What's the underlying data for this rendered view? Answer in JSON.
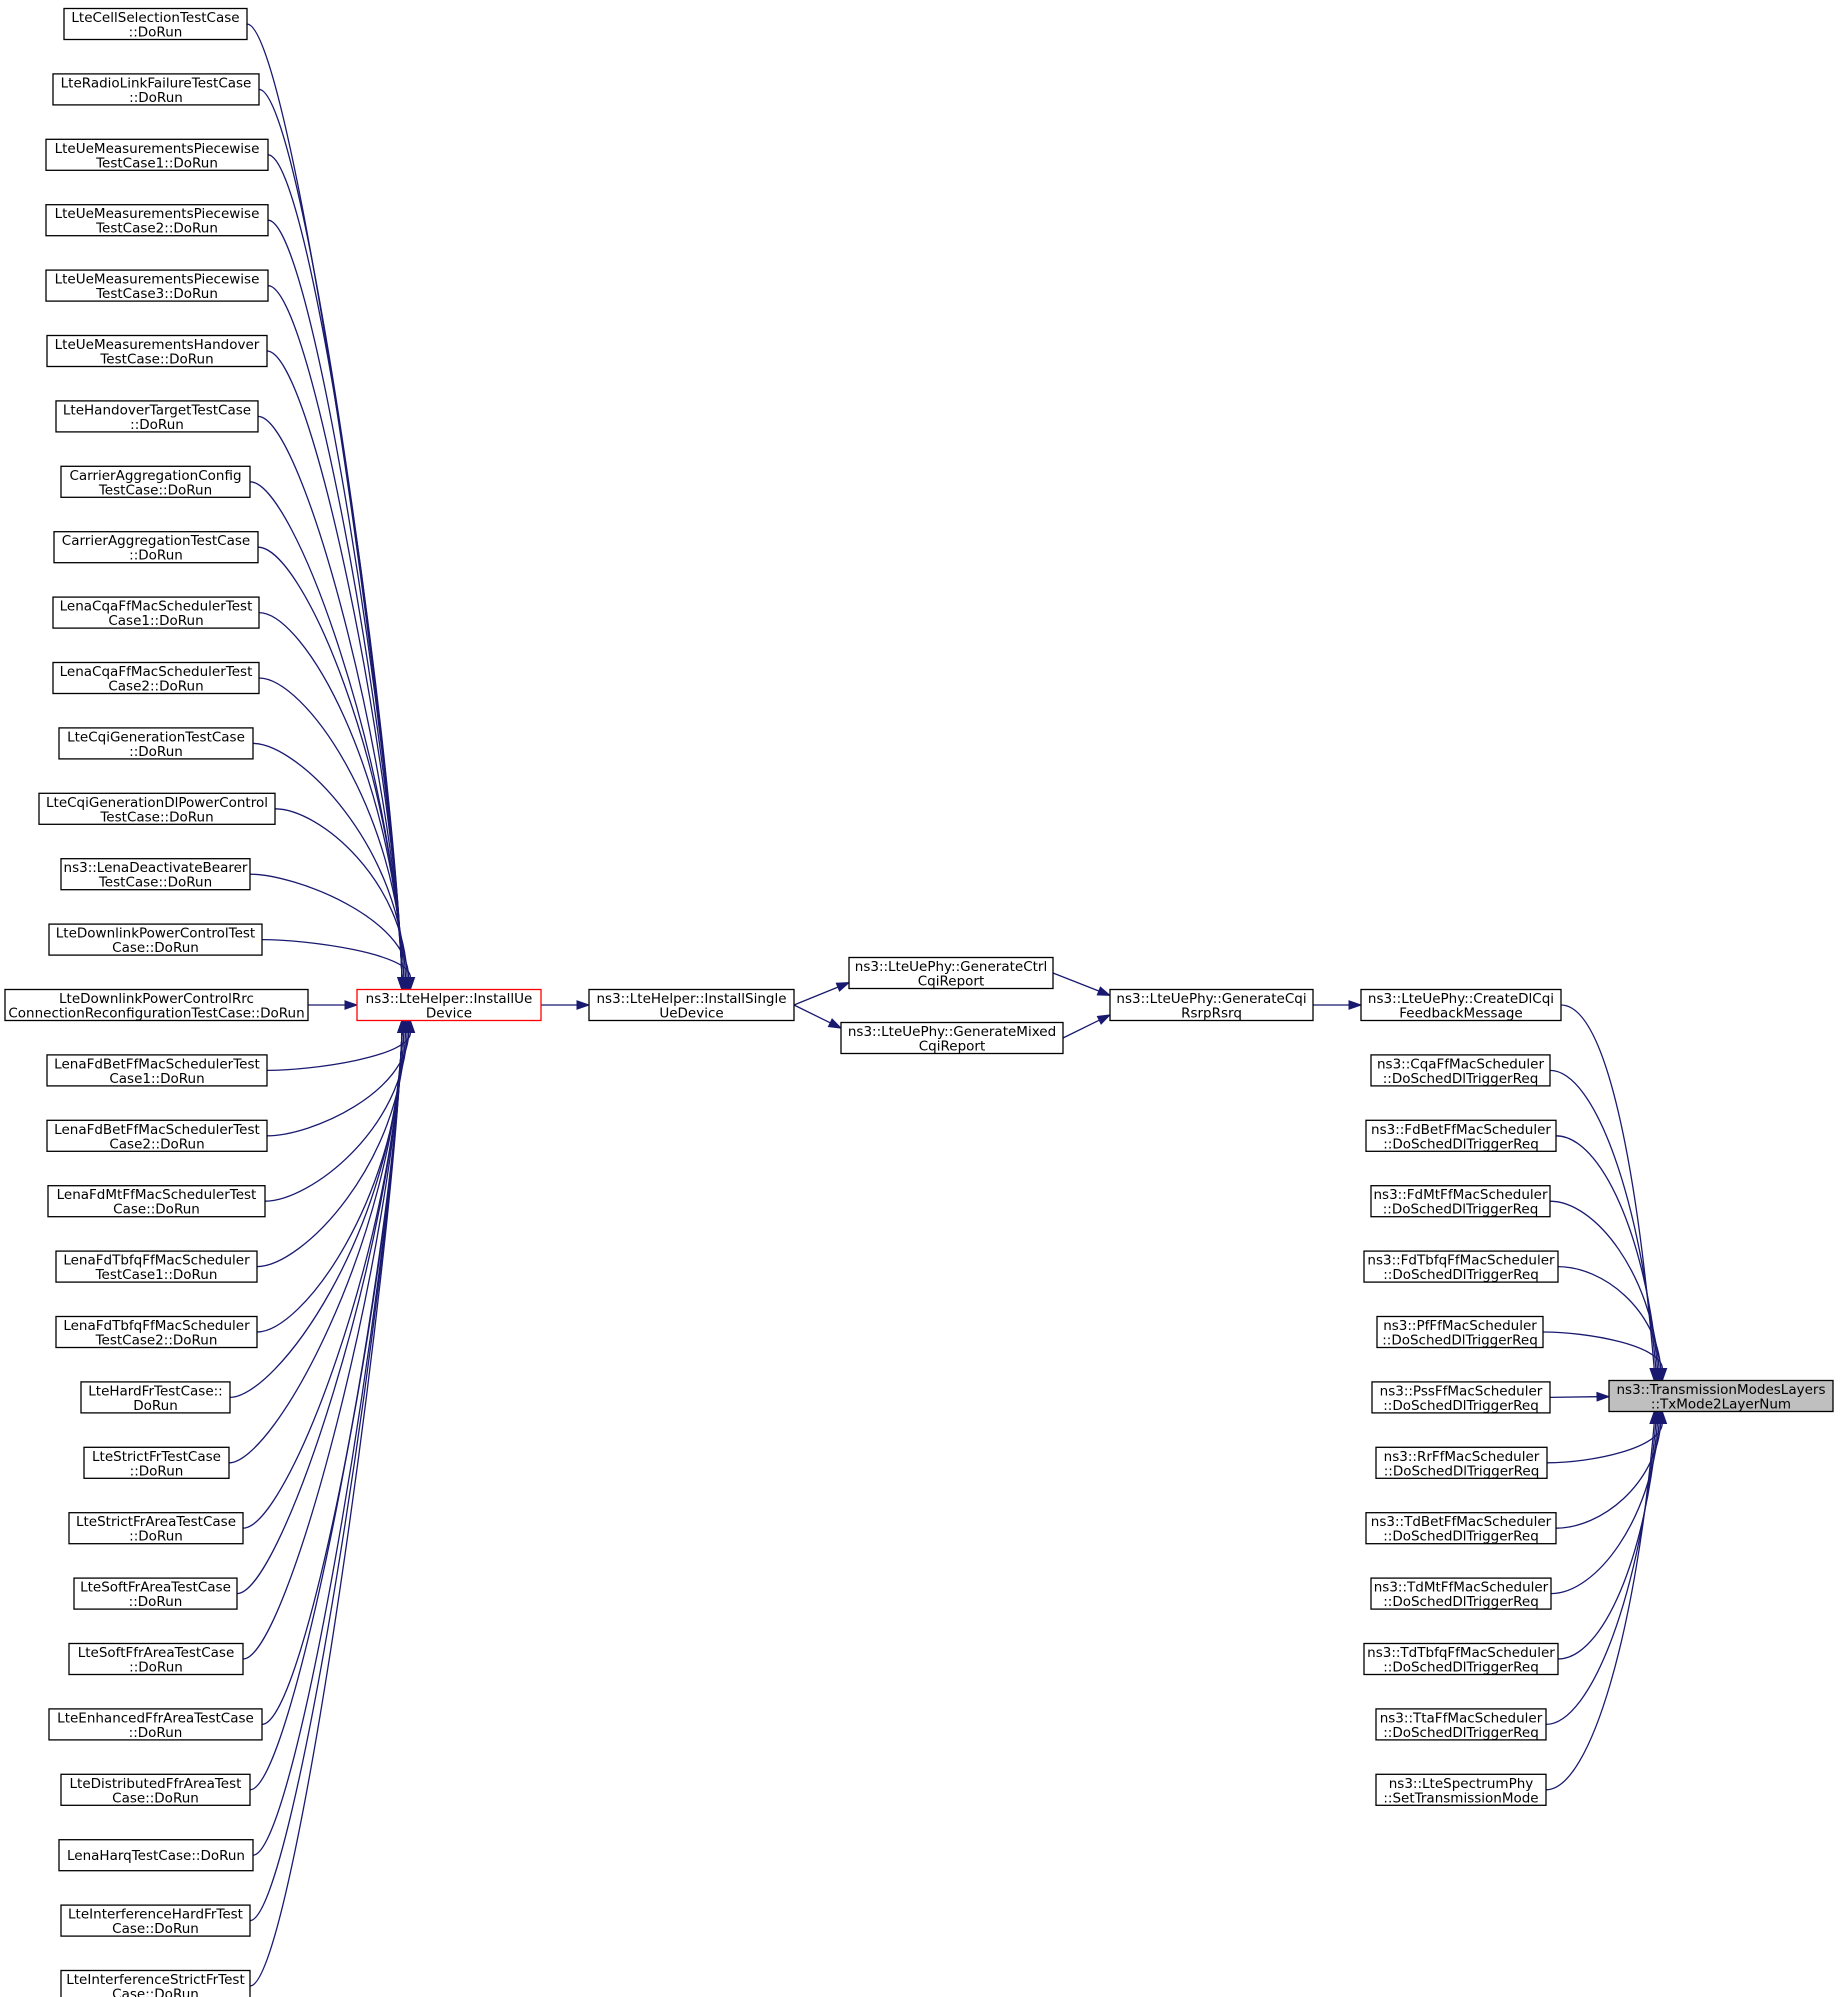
{
  "colors": {
    "edge": "#191970",
    "node_border": "#000000",
    "highlight_border": "#ff0000",
    "root_fill": "#bfbfbf",
    "background": "#ffffff"
  },
  "nodes": [
    {
      "id": "l0",
      "lines": [
        "LteCellSelectionTestCase",
        "::DoRun"
      ]
    },
    {
      "id": "l1",
      "lines": [
        "LteRadioLinkFailureTestCase",
        "::DoRun"
      ]
    },
    {
      "id": "l2",
      "lines": [
        "LteUeMeasurementsPiecewise",
        "TestCase1::DoRun"
      ]
    },
    {
      "id": "l3",
      "lines": [
        "LteUeMeasurementsPiecewise",
        "TestCase2::DoRun"
      ]
    },
    {
      "id": "l4",
      "lines": [
        "LteUeMeasurementsPiecewise",
        "TestCase3::DoRun"
      ]
    },
    {
      "id": "l5",
      "lines": [
        "LteUeMeasurementsHandover",
        "TestCase::DoRun"
      ]
    },
    {
      "id": "l6",
      "lines": [
        "LteHandoverTargetTestCase",
        "::DoRun"
      ]
    },
    {
      "id": "l7",
      "lines": [
        "CarrierAggregationConfig",
        "TestCase::DoRun"
      ]
    },
    {
      "id": "l8",
      "lines": [
        "CarrierAggregationTestCase",
        "::DoRun"
      ]
    },
    {
      "id": "l9",
      "lines": [
        "LenaCqaFfMacSchedulerTest",
        "Case1::DoRun"
      ]
    },
    {
      "id": "l10",
      "lines": [
        "LenaCqaFfMacSchedulerTest",
        "Case2::DoRun"
      ]
    },
    {
      "id": "l11",
      "lines": [
        "LteCqiGenerationTestCase",
        "::DoRun"
      ]
    },
    {
      "id": "l12",
      "lines": [
        "LteCqiGenerationDlPowerControl",
        "TestCase::DoRun"
      ]
    },
    {
      "id": "l13",
      "lines": [
        "ns3::LenaDeactivateBearer",
        "TestCase::DoRun"
      ]
    },
    {
      "id": "l14",
      "lines": [
        "LteDownlinkPowerControlTest",
        "Case::DoRun"
      ]
    },
    {
      "id": "l15",
      "lines": [
        "LteDownlinkPowerControlRrc",
        "ConnectionReconfigurationTestCase::DoRun"
      ]
    },
    {
      "id": "l16",
      "lines": [
        "LenaFdBetFfMacSchedulerTest",
        "Case1::DoRun"
      ]
    },
    {
      "id": "l17",
      "lines": [
        "LenaFdBetFfMacSchedulerTest",
        "Case2::DoRun"
      ]
    },
    {
      "id": "l18",
      "lines": [
        "LenaFdMtFfMacSchedulerTest",
        "Case::DoRun"
      ]
    },
    {
      "id": "l19",
      "lines": [
        "LenaFdTbfqFfMacScheduler",
        "TestCase1::DoRun"
      ]
    },
    {
      "id": "l20",
      "lines": [
        "LenaFdTbfqFfMacScheduler",
        "TestCase2::DoRun"
      ]
    },
    {
      "id": "l21",
      "lines": [
        "LteHardFrTestCase::",
        "DoRun"
      ]
    },
    {
      "id": "l22",
      "lines": [
        "LteStrictFrTestCase",
        "::DoRun"
      ]
    },
    {
      "id": "l23",
      "lines": [
        "LteStrictFrAreaTestCase",
        "::DoRun"
      ]
    },
    {
      "id": "l24",
      "lines": [
        "LteSoftFrAreaTestCase",
        "::DoRun"
      ]
    },
    {
      "id": "l25",
      "lines": [
        "LteSoftFfrAreaTestCase",
        "::DoRun"
      ]
    },
    {
      "id": "l26",
      "lines": [
        "LteEnhancedFfrAreaTestCase",
        "::DoRun"
      ]
    },
    {
      "id": "l27",
      "lines": [
        "LteDistributedFfrAreaTest",
        "Case::DoRun"
      ]
    },
    {
      "id": "l28",
      "lines": [
        "LenaHarqTestCase::DoRun"
      ]
    },
    {
      "id": "l29",
      "lines": [
        "LteInterferenceHardFrTest",
        "Case::DoRun"
      ]
    },
    {
      "id": "l30",
      "lines": [
        "LteInterferenceStrictFrTest",
        "Case::DoRun"
      ]
    },
    {
      "id": "installUe",
      "lines": [
        "ns3::LteHelper::InstallUe",
        "Device"
      ]
    },
    {
      "id": "installSingle",
      "lines": [
        "ns3::LteHelper::InstallSingle",
        "UeDevice"
      ]
    },
    {
      "id": "genCtrl",
      "lines": [
        "ns3::LteUePhy::GenerateCtrl",
        "CqiReport"
      ]
    },
    {
      "id": "genMixed",
      "lines": [
        "ns3::LteUePhy::GenerateMixed",
        "CqiReport"
      ]
    },
    {
      "id": "genCqi",
      "lines": [
        "ns3::LteUePhy::GenerateCqi",
        "RsrpRsrq"
      ]
    },
    {
      "id": "r0",
      "lines": [
        "ns3::LteUePhy::CreateDlCqi",
        "FeedbackMessage"
      ]
    },
    {
      "id": "r1",
      "lines": [
        "ns3::CqaFfMacScheduler",
        "::DoSchedDlTriggerReq"
      ]
    },
    {
      "id": "r2",
      "lines": [
        "ns3::FdBetFfMacScheduler",
        "::DoSchedDlTriggerReq"
      ]
    },
    {
      "id": "r3",
      "lines": [
        "ns3::FdMtFfMacScheduler",
        "::DoSchedDlTriggerReq"
      ]
    },
    {
      "id": "r4",
      "lines": [
        "ns3::FdTbfqFfMacScheduler",
        "::DoSchedDlTriggerReq"
      ]
    },
    {
      "id": "r5",
      "lines": [
        "ns3::PfFfMacScheduler",
        "::DoSchedDlTriggerReq"
      ]
    },
    {
      "id": "r6",
      "lines": [
        "ns3::PssFfMacScheduler",
        "::DoSchedDlTriggerReq"
      ]
    },
    {
      "id": "r7",
      "lines": [
        "ns3::RrFfMacScheduler",
        "::DoSchedDlTriggerReq"
      ]
    },
    {
      "id": "r8",
      "lines": [
        "ns3::TdBetFfMacScheduler",
        "::DoSchedDlTriggerReq"
      ]
    },
    {
      "id": "r9",
      "lines": [
        "ns3::TdMtFfMacScheduler",
        "::DoSchedDlTriggerReq"
      ]
    },
    {
      "id": "r10",
      "lines": [
        "ns3::TdTbfqFfMacScheduler",
        "::DoSchedDlTriggerReq"
      ]
    },
    {
      "id": "r11",
      "lines": [
        "ns3::TtaFfMacScheduler",
        "::DoSchedDlTriggerReq"
      ]
    },
    {
      "id": "r12",
      "lines": [
        "ns3::LteSpectrumPhy",
        "::SetTransmissionMode"
      ]
    },
    {
      "id": "root",
      "lines": [
        "ns3::TransmissionModesLayers",
        "::TxMode2LayerNum"
      ]
    }
  ],
  "edges": [
    [
      "l0",
      "installUe"
    ],
    [
      "l1",
      "installUe"
    ],
    [
      "l2",
      "installUe"
    ],
    [
      "l3",
      "installUe"
    ],
    [
      "l4",
      "installUe"
    ],
    [
      "l5",
      "installUe"
    ],
    [
      "l6",
      "installUe"
    ],
    [
      "l7",
      "installUe"
    ],
    [
      "l8",
      "installUe"
    ],
    [
      "l9",
      "installUe"
    ],
    [
      "l10",
      "installUe"
    ],
    [
      "l11",
      "installUe"
    ],
    [
      "l12",
      "installUe"
    ],
    [
      "l13",
      "installUe"
    ],
    [
      "l14",
      "installUe"
    ],
    [
      "l15",
      "installUe"
    ],
    [
      "l16",
      "installUe"
    ],
    [
      "l17",
      "installUe"
    ],
    [
      "l18",
      "installUe"
    ],
    [
      "l19",
      "installUe"
    ],
    [
      "l20",
      "installUe"
    ],
    [
      "l21",
      "installUe"
    ],
    [
      "l22",
      "installUe"
    ],
    [
      "l23",
      "installUe"
    ],
    [
      "l24",
      "installUe"
    ],
    [
      "l25",
      "installUe"
    ],
    [
      "l26",
      "installUe"
    ],
    [
      "l27",
      "installUe"
    ],
    [
      "l28",
      "installUe"
    ],
    [
      "l29",
      "installUe"
    ],
    [
      "l30",
      "installUe"
    ],
    [
      "installUe",
      "installSingle"
    ],
    [
      "installSingle",
      "genCtrl"
    ],
    [
      "installSingle",
      "genMixed"
    ],
    [
      "genCtrl",
      "genCqi"
    ],
    [
      "genMixed",
      "genCqi"
    ],
    [
      "genCqi",
      "r0"
    ],
    [
      "r0",
      "root"
    ],
    [
      "r1",
      "root"
    ],
    [
      "r2",
      "root"
    ],
    [
      "r3",
      "root"
    ],
    [
      "r4",
      "root"
    ],
    [
      "r5",
      "root"
    ],
    [
      "r6",
      "root"
    ],
    [
      "r7",
      "root"
    ],
    [
      "r8",
      "root"
    ],
    [
      "r9",
      "root"
    ],
    [
      "r10",
      "root"
    ],
    [
      "r11",
      "root"
    ],
    [
      "r12",
      "root"
    ]
  ]
}
